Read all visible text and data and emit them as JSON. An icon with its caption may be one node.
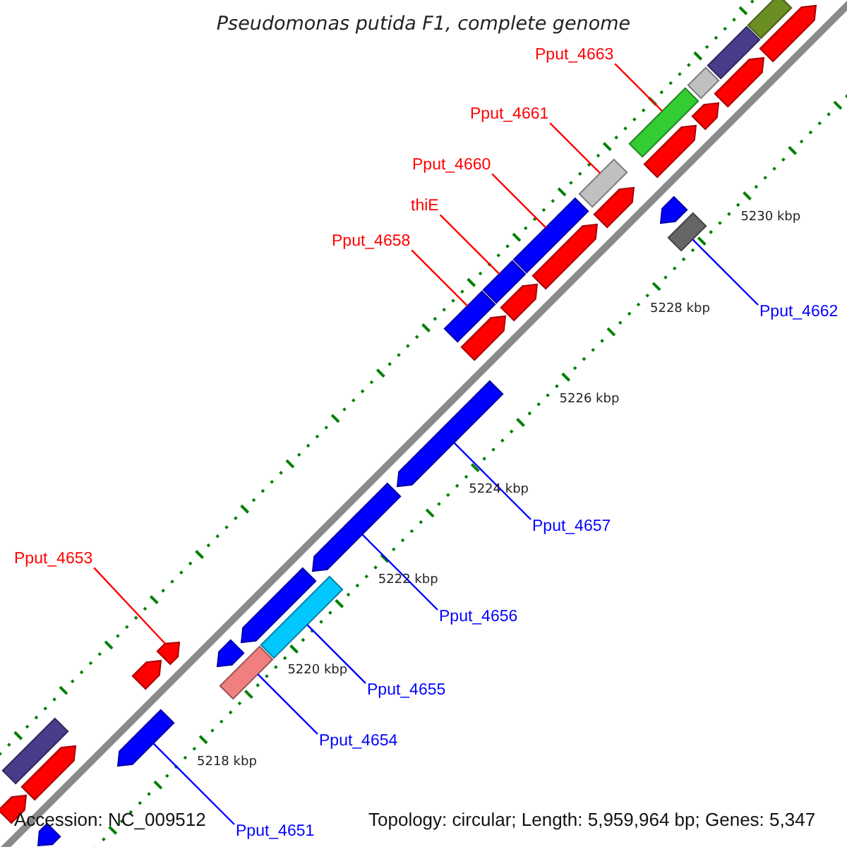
{
  "diagram": {
    "title": "Pseudomonas putida F1, complete genome",
    "nodes": [
      {
        "text": [
          "Pput_4663"
        ]
      },
      {
        "text": [
          "Pput_4661"
        ]
      },
      {
        "text": [
          "Pput_4660"
        ]
      },
      {
        "text": [
          "thiE"
        ]
      },
      {
        "text": [
          "Pput_4658"
        ]
      },
      {
        "text": [
          "Pput_4662"
        ]
      },
      {
        "text": [
          "Pput_4657"
        ]
      },
      {
        "text": [
          "Pput_4653"
        ]
      },
      {
        "text": [
          "Pput_4656"
        ]
      },
      {
        "text": [
          "Pput_4655"
        ]
      },
      {
        "text": [
          "Pput_4654"
        ]
      },
      {
        "text": [
          "Pput_4651"
        ]
      },
      {
        "text": [],
        "shape": "arrow"
      },
      {
        "text": [],
        "shape": "arrow"
      },
      {
        "text": [],
        "shape": "bar"
      },
      {
        "text": [],
        "shape": "bar"
      },
      {
        "text": [],
        "shape": "arrow"
      },
      {
        "text": [],
        "shape": "arrow"
      },
      {
        "text": [],
        "shape": "bar"
      },
      {
        "text": [],
        "shape": "bar"
      },
      {
        "text": [],
        "shape": "bar"
      },
      {
        "text": [],
        "shape": "bar"
      },
      {
        "text": [],
        "shape": "bar"
      },
      {
        "text": [],
        "shape": "bar"
      }
    ],
    "edges": [
      {
        "from": 0,
        "to": 22,
        "arrow": "none",
        "color": "#ff0000"
      },
      {
        "from": 1,
        "to": 21,
        "arrow": "none",
        "color": "#ff0000"
      },
      {
        "from": 2,
        "to": 20,
        "arrow": "none",
        "color": "#ff0000"
      },
      {
        "from": 3,
        "to": 19,
        "arrow": "none",
        "color": "#ff0000"
      },
      {
        "from": 4,
        "to": 18,
        "arrow": "none",
        "color": "#ff0000"
      },
      {
        "from": 5,
        "to": 23,
        "arrow": "none",
        "color": "#0000ff"
      },
      {
        "from": 6,
        "to": 17,
        "arrow": "none",
        "color": "#0000ff"
      },
      {
        "from": 7,
        "to": 13,
        "arrow": "none",
        "color": "#ff0000"
      },
      {
        "from": 8,
        "to": 16,
        "arrow": "none",
        "color": "#0000ff"
      },
      {
        "from": 9,
        "to": 15,
        "arrow": "none",
        "color": "#0000ff"
      },
      {
        "from": 10,
        "to": 14,
        "arrow": "none",
        "color": "#0000ff"
      },
      {
        "from": 11,
        "to": 12,
        "arrow": "none",
        "color": "#0000ff"
      }
    ],
    "labels": [
      "5230 kbp",
      "5228 kbp",
      "5226 kbp",
      "5224 kbp",
      "5222 kbp",
      "5220 kbp",
      "5218 kbp",
      "Accession: NC_009512",
      "Topology: circular; Length: 5,959,964 bp; Genes: 5,347"
    ]
  }
}
